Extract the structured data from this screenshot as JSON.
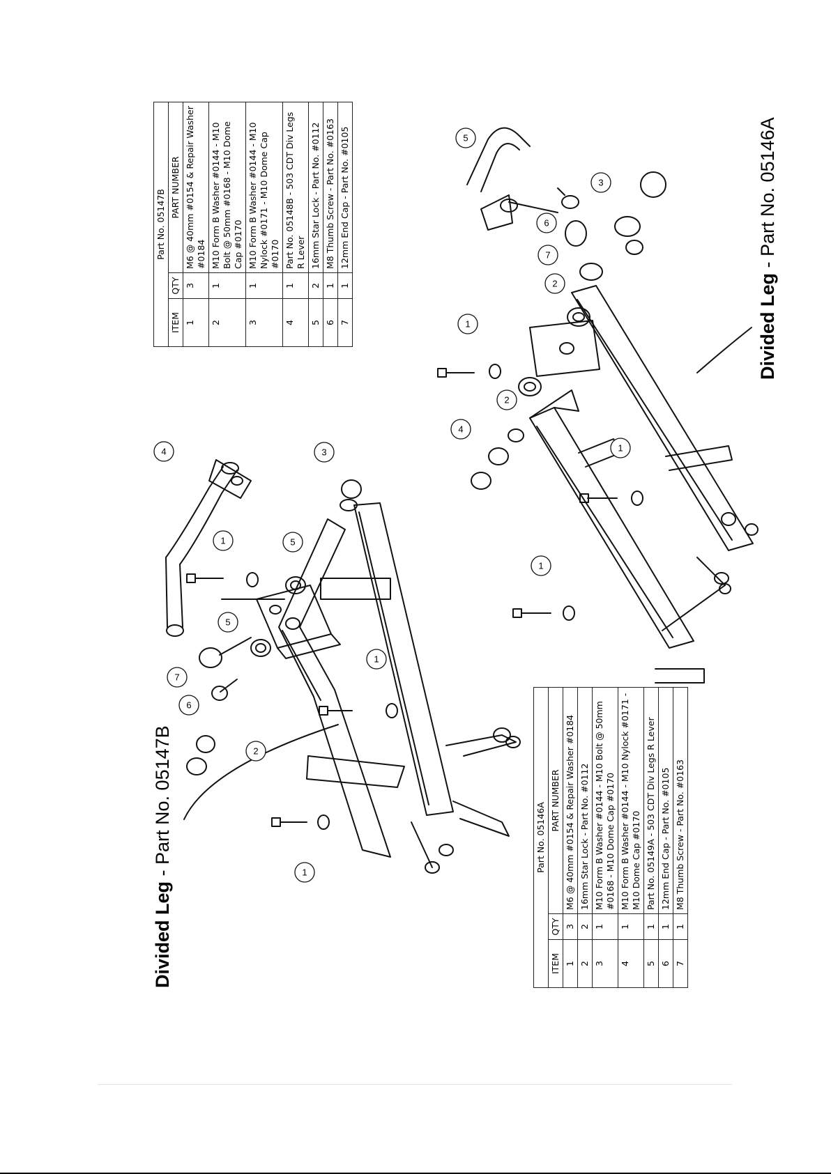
{
  "title_b": {
    "bold": "Divided Leg",
    "light": " - Part No. 05147B"
  },
  "title_a": {
    "bold": "Divided Leg",
    "light": " - Part No. 05146A"
  },
  "table_b": {
    "caption": "Part No. 05147B",
    "headers": {
      "item": "ITEM",
      "qty": "QTY",
      "part": "PART NUMBER"
    },
    "rows": [
      {
        "item": "1",
        "qty": "3",
        "part": "M6 @ 40mm #0154 & Repair Washer #0184"
      },
      {
        "item": "2",
        "qty": "1",
        "part": "M10 Form B Washer #0144 - M10 Bolt @ 50mm #0168 - M10 Dome Cap #0170"
      },
      {
        "item": "3",
        "qty": "1",
        "part": "M10 Form B Washer #0144 - M10 Nylock #0171 - M10 Dome Cap #0170"
      },
      {
        "item": "4",
        "qty": "1",
        "part": "Part No. 05148B - 503 CDT Div Legs R Lever"
      },
      {
        "item": "5",
        "qty": "2",
        "part": "16mm Star Lock - Part No. #0112"
      },
      {
        "item": "6",
        "qty": "1",
        "part": "M8 Thumb Screw - Part No. #0163"
      },
      {
        "item": "7",
        "qty": "1",
        "part": "12mm End Cap - Part No. #0105"
      }
    ]
  },
  "table_a": {
    "caption": "Part No. 05146A",
    "headers": {
      "item": "ITEM",
      "qty": "QTY",
      "part": "PART NUMBER"
    },
    "rows": [
      {
        "item": "1",
        "qty": "3",
        "part": "M6 @ 40mm #0154 & Repair Washer #0184"
      },
      {
        "item": "2",
        "qty": "2",
        "part": "16mm Star Lock - Part No. #0112"
      },
      {
        "item": "3",
        "qty": "1",
        "part": "M10 Form B Washer #0144 - M10 Bolt @ 50mm #0168 - M10 Dome Cap #0170"
      },
      {
        "item": "4",
        "qty": "1",
        "part": "M10 Form B Washer #0144 - M10 Nylock #0171 - M10 Dome Cap #0170"
      },
      {
        "item": "5",
        "qty": "1",
        "part": "Part No. 05149A - 503 CDT Div Legs R Lever"
      },
      {
        "item": "6",
        "qty": "1",
        "part": "12mm End Cap - Part No. #0105"
      },
      {
        "item": "7",
        "qty": "1",
        "part": "M8 Thumb Screw - Part No. #0163"
      }
    ]
  },
  "balloons_b": [
    "1",
    "1",
    "1",
    "2",
    "3",
    "4",
    "5",
    "5",
    "6",
    "7"
  ],
  "balloons_a": [
    "1",
    "1",
    "1",
    "2",
    "2",
    "3",
    "4",
    "5",
    "6",
    "7"
  ]
}
